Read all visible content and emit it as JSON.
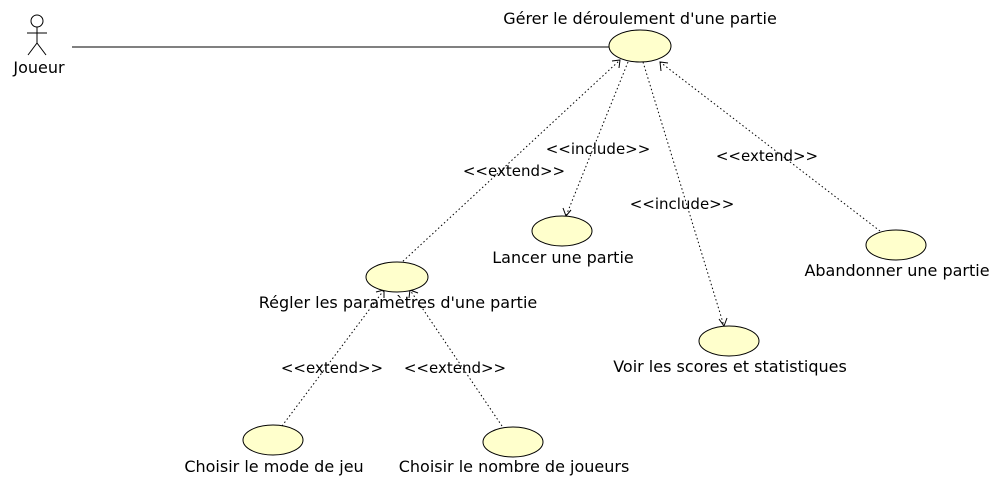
{
  "actor": {
    "name": "Joueur"
  },
  "use_cases": {
    "gerer": "Gérer le déroulement d'une partie",
    "regler": "Régler les paramètres d'une partie",
    "lancer": "Lancer une partie",
    "abandonner": "Abandonner une partie",
    "voir": "Voir les scores et statistiques",
    "mode": "Choisir le mode de jeu",
    "nombre": "Choisir le nombre de joueurs"
  },
  "relations": {
    "regler_gerer": "<<extend>>",
    "gerer_lancer": "<<include>>",
    "gerer_voir": "<<include>>",
    "abandonner_gerer": "<<extend>>",
    "mode_regler": "<<extend>>",
    "nombre_regler": "<<extend>>"
  },
  "colors": {
    "use_case_fill": "#ffffcc",
    "line": "#000000"
  }
}
